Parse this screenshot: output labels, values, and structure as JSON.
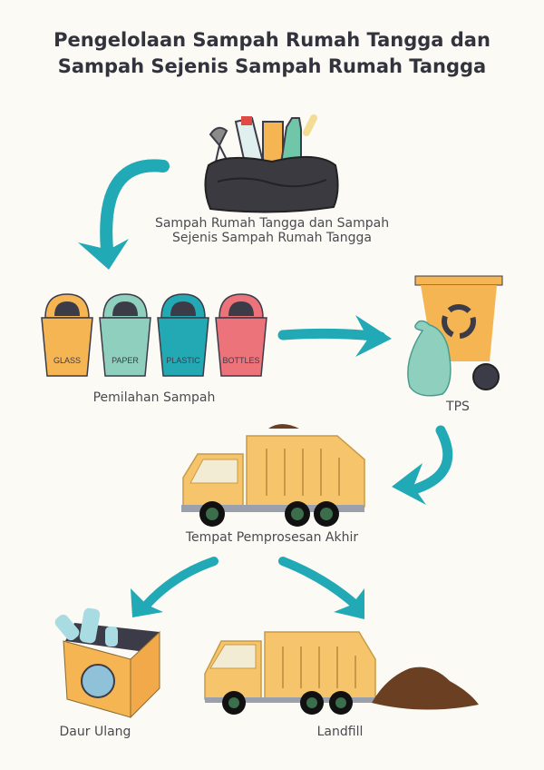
{
  "title": {
    "line1": "Pengelolaan Sampah Rumah Tangga dan",
    "line2": "Sampah Sejenis Sampah Rumah Tangga"
  },
  "nodes": {
    "source": {
      "line1": "Sampah Rumah Tangga dan Sampah",
      "line2": "Sejenis Sampah Rumah Tangga"
    },
    "sorting": {
      "label": "Pemilahan Sampah",
      "bins": [
        {
          "label": "GLASS",
          "color": "#f5b553"
        },
        {
          "label": "PAPER",
          "color": "#8fcfbd"
        },
        {
          "label": "PLASTIC",
          "color": "#23a9b4"
        },
        {
          "label": "BOTTLES",
          "color": "#ec737a"
        }
      ]
    },
    "tps": {
      "label": "TPS"
    },
    "tpa": {
      "label": "Tempat Pemprosesan Akhir"
    },
    "recycle": {
      "label": "Daur Ulang"
    },
    "landfill": {
      "label": "Landfill"
    }
  },
  "colors": {
    "arrow": "#21a9b5",
    "truck": "#f6c56b",
    "dark": "#3c3b48",
    "soil": "#6b3f22"
  }
}
